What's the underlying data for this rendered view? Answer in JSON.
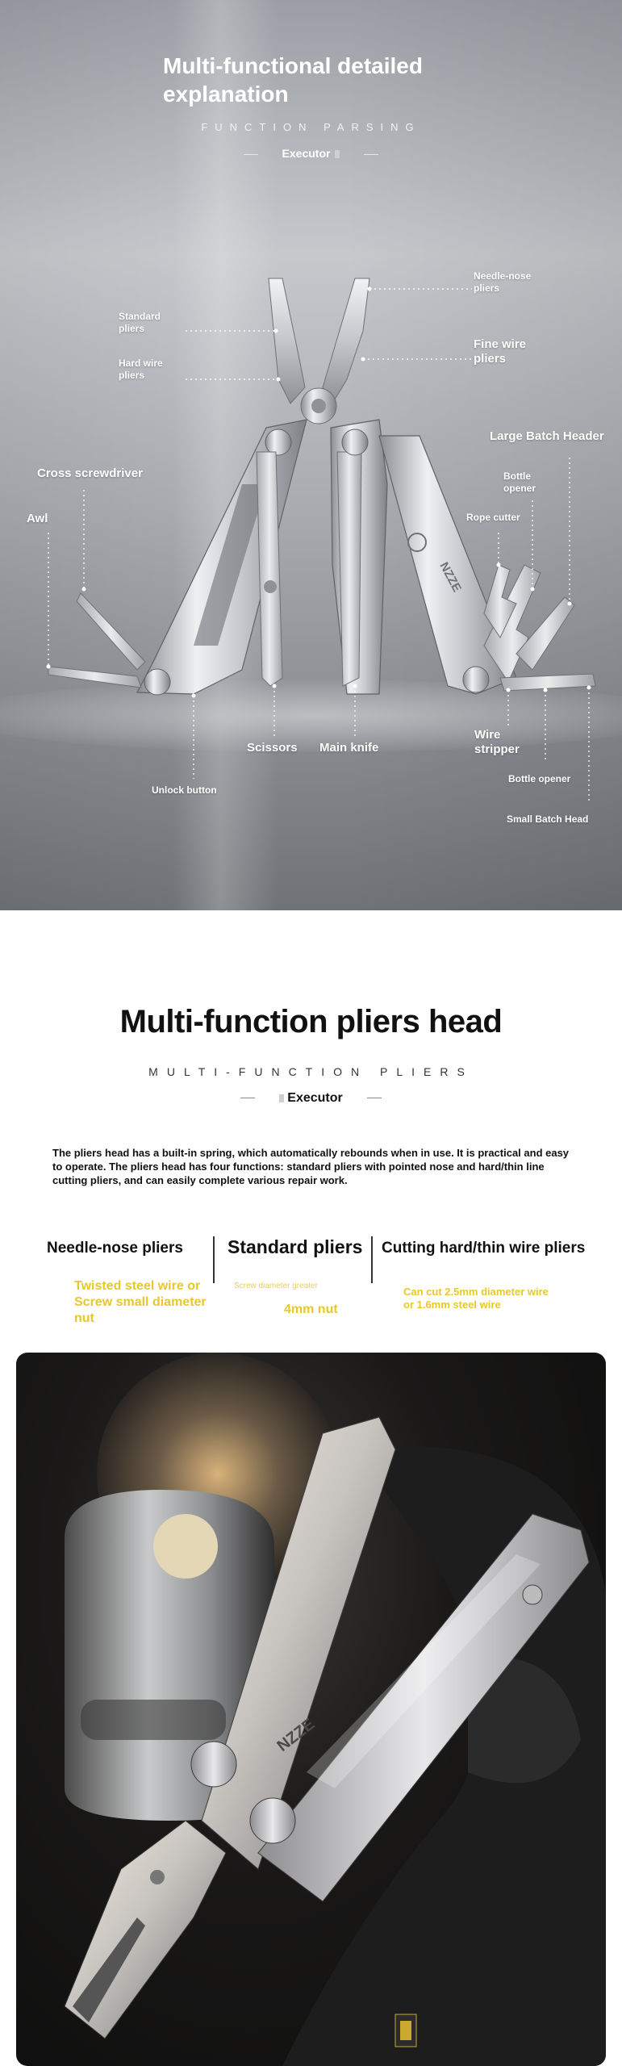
{
  "section1": {
    "title": "Multi-functional detailed explanation",
    "subtitle": "FUNCTION PARSING",
    "executor_label": "Executor",
    "tool_logo_text": "NZZE",
    "labels": {
      "needle_nose": "Needle-nose pliers",
      "fine_wire": "Fine wire pliers",
      "standard": "Standard pliers",
      "hard_wire": "Hard wire pliers",
      "large_batch": "Large Batch Header",
      "bottle_opener_top": "Bottle opener",
      "rope_cutter": "Rope cutter",
      "cross_screwdriver": "Cross screwdriver",
      "awl": "Awl",
      "scissors": "Scissors",
      "main_knife": "Main knife",
      "wire_stripper": "Wire stripper",
      "bottle_opener_bottom": "Bottle opener",
      "unlock_button": "Unlock button",
      "small_batch": "Small Batch Head"
    }
  },
  "section2": {
    "title": "Multi-function pliers head",
    "subtitle": "MULTI-FUNCTION PLIERS",
    "executor_label": "Executor",
    "description": "The pliers head has a built-in spring, which automatically rebounds when in use. It is practical and easy to operate. The pliers head has four functions: standard pliers with pointed nose and hard/thin line cutting pliers, and can easily complete various repair work.",
    "features": [
      {
        "title": "Needle-nose pliers",
        "note": "Twisted steel wire or Screw small diameter nut"
      },
      {
        "title": "Standard pliers",
        "note_small": "Screw diameter greater",
        "note": "4mm nut"
      },
      {
        "title": "Cutting hard/thin wire pliers",
        "note": "Can cut 2.5mm diameter wire or 1.6mm steel wire"
      }
    ],
    "photo_logo_text": "NZZE"
  },
  "colors": {
    "accent_yellow": "#e8c72a",
    "text_dark": "#111111",
    "steel_light": "#e4e6e8",
    "steel_dark": "#7c7f84"
  }
}
